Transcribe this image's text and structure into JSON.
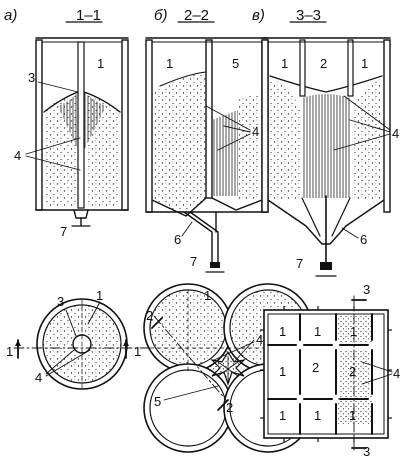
{
  "panels": {
    "a": {
      "letter": "а)",
      "section": "1–1"
    },
    "b": {
      "letter": "б)",
      "section": "2–2"
    },
    "c": {
      "letter": "в)",
      "section": "3–3"
    }
  },
  "callouts": {
    "n1": "1",
    "n2": "2",
    "n3": "3",
    "n4": "4",
    "n5": "5",
    "n6": "6",
    "n7": "7"
  },
  "section_marks": {
    "s1": "1",
    "s2": "2",
    "s3": "3"
  },
  "colors": {
    "ink": "#111111",
    "paper": "#ffffff"
  }
}
